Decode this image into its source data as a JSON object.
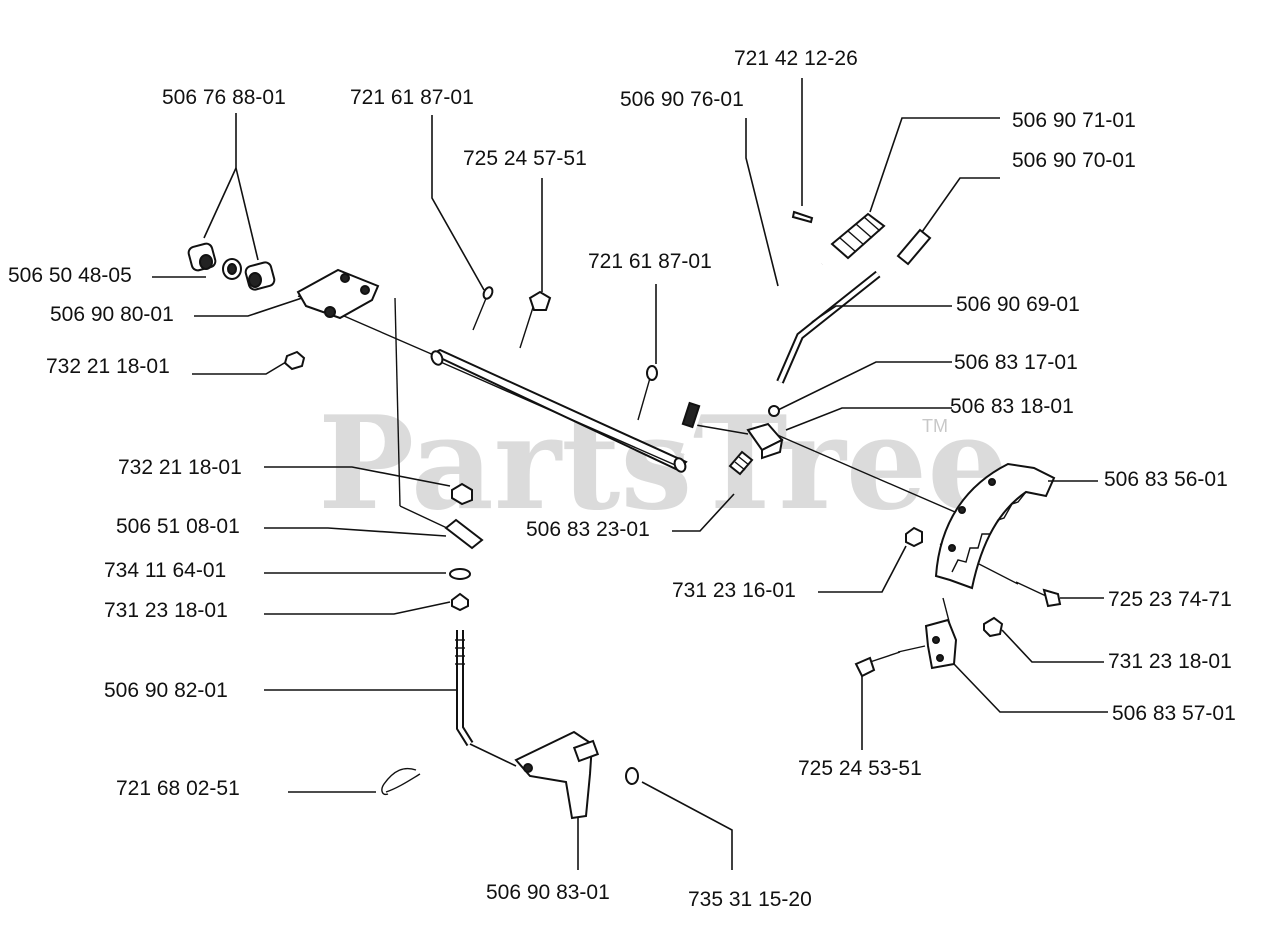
{
  "watermark": {
    "text": "PartsTree",
    "trademark": "TM"
  },
  "parts": {
    "p01": "506 76 88-01",
    "p02": "721 61 87-01",
    "p03": "725 24 57-51",
    "p04": "506 90 76-01",
    "p05": "721 42 12-26",
    "p06": "506 90 71-01",
    "p07": "506 90 70-01",
    "p08": "506 50 48-05",
    "p09": "506 90 80-01",
    "p10": "721 61 87-01",
    "p11": "506 90 69-01",
    "p12": "732 21 18-01",
    "p13": "506 83 17-01",
    "p14": "506 83 18-01",
    "p15": "732 21 18-01",
    "p16": "506 83 56-01",
    "p17": "506 51 08-01",
    "p18": "506 83 23-01",
    "p19": "734 11 64-01",
    "p20": "731 23 16-01",
    "p21": "725 23 74-71",
    "p22": "731 23 18-01",
    "p23": "731 23 18-01",
    "p24": "506 90 82-01",
    "p25": "506 83 57-01",
    "p26": "725 24 53-51",
    "p27": "721 68 02-51",
    "p28": "506 90 83-01",
    "p29": "735 31 15-20"
  }
}
